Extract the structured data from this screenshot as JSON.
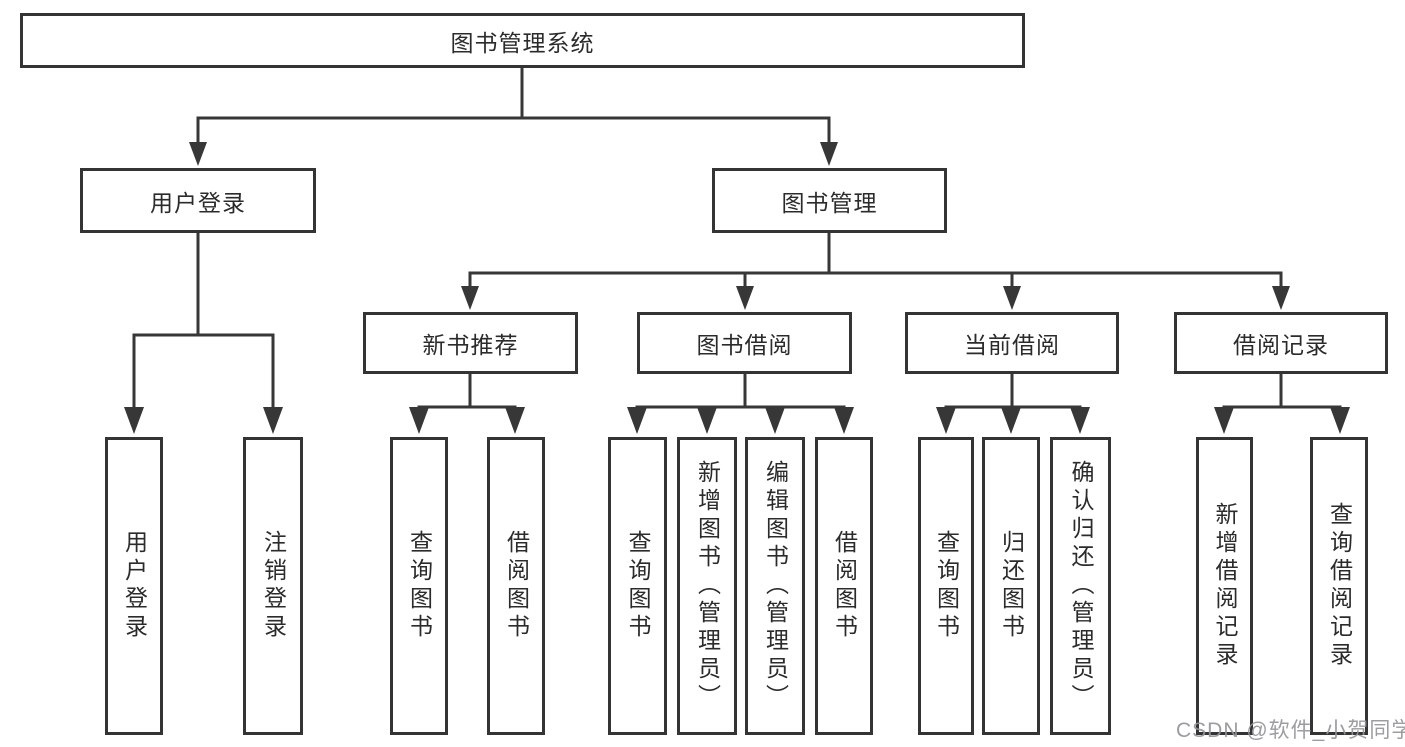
{
  "diagram": {
    "root": {
      "label": "图书管理系统"
    },
    "level2": [
      {
        "label": "用户登录"
      },
      {
        "label": "图书管理"
      }
    ],
    "level3": [
      {
        "label": "新书推荐"
      },
      {
        "label": "图书借阅"
      },
      {
        "label": "当前借阅"
      },
      {
        "label": "借阅记录"
      }
    ],
    "leaves": {
      "user_login": [
        {
          "label": "用户登录"
        },
        {
          "label": "注销登录"
        }
      ],
      "new_book_recommend": [
        {
          "label": "查询图书"
        },
        {
          "label": "借阅图书"
        }
      ],
      "book_borrow": [
        {
          "label": "查询图书"
        },
        {
          "label": "新增图书（管理员）"
        },
        {
          "label": "编辑图书（管理员）"
        },
        {
          "label": "借阅图书"
        }
      ],
      "current_borrow": [
        {
          "label": "查询图书"
        },
        {
          "label": "归还图书"
        },
        {
          "label": "确认归还（管理员）"
        }
      ],
      "borrow_records": [
        {
          "label": "新增借阅记录"
        },
        {
          "label": "查询借阅记录"
        }
      ]
    }
  },
  "watermark": {
    "text": "CSDN @软件_小贺同学"
  },
  "colors": {
    "line": "#373737",
    "border": "#343434",
    "text": "#2b2b2b",
    "watermark": "#94949980"
  }
}
